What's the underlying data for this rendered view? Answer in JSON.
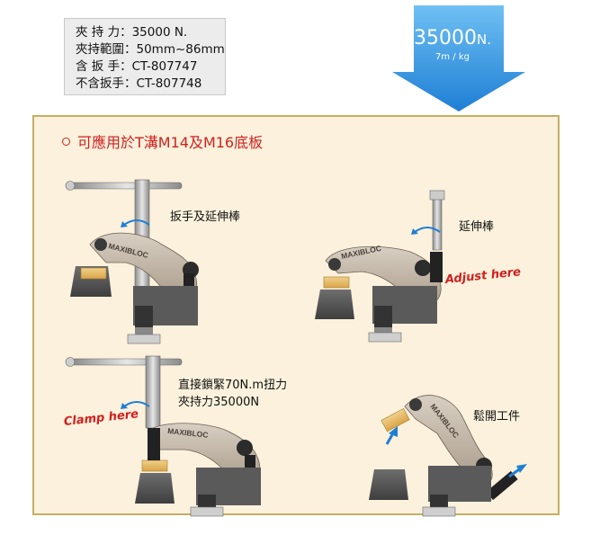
{
  "specs": {
    "rows": [
      {
        "label": "夾 持 力",
        "value": "35000 N."
      },
      {
        "label": "夾持範圍",
        "value": "50mm~86mm"
      },
      {
        "label": "含 扳 手",
        "value": "CT-807747"
      },
      {
        "label": "不含扳手",
        "value": "CT-807748"
      }
    ],
    "separator": "："
  },
  "badge": {
    "value": "35000",
    "unit": "N.",
    "sub": "7m / kg",
    "color": "#3d9be0"
  },
  "panel": {
    "heading": "可應用於T溝M14及M16底板",
    "accent": "#d1201f",
    "border": "#c2b064",
    "bg": "#fbf1dc"
  },
  "figures": {
    "wrench_label": "扳手及延伸棒",
    "extension_label": "延伸棒",
    "adjust_label": "Adjust here",
    "torque_label_1": "直接鎖緊70N.m扭力",
    "torque_label_2": "夾持力35000N",
    "clamp_label": "Clamp here",
    "release_label": "鬆開工件",
    "brand": "MAXIBLOC"
  }
}
